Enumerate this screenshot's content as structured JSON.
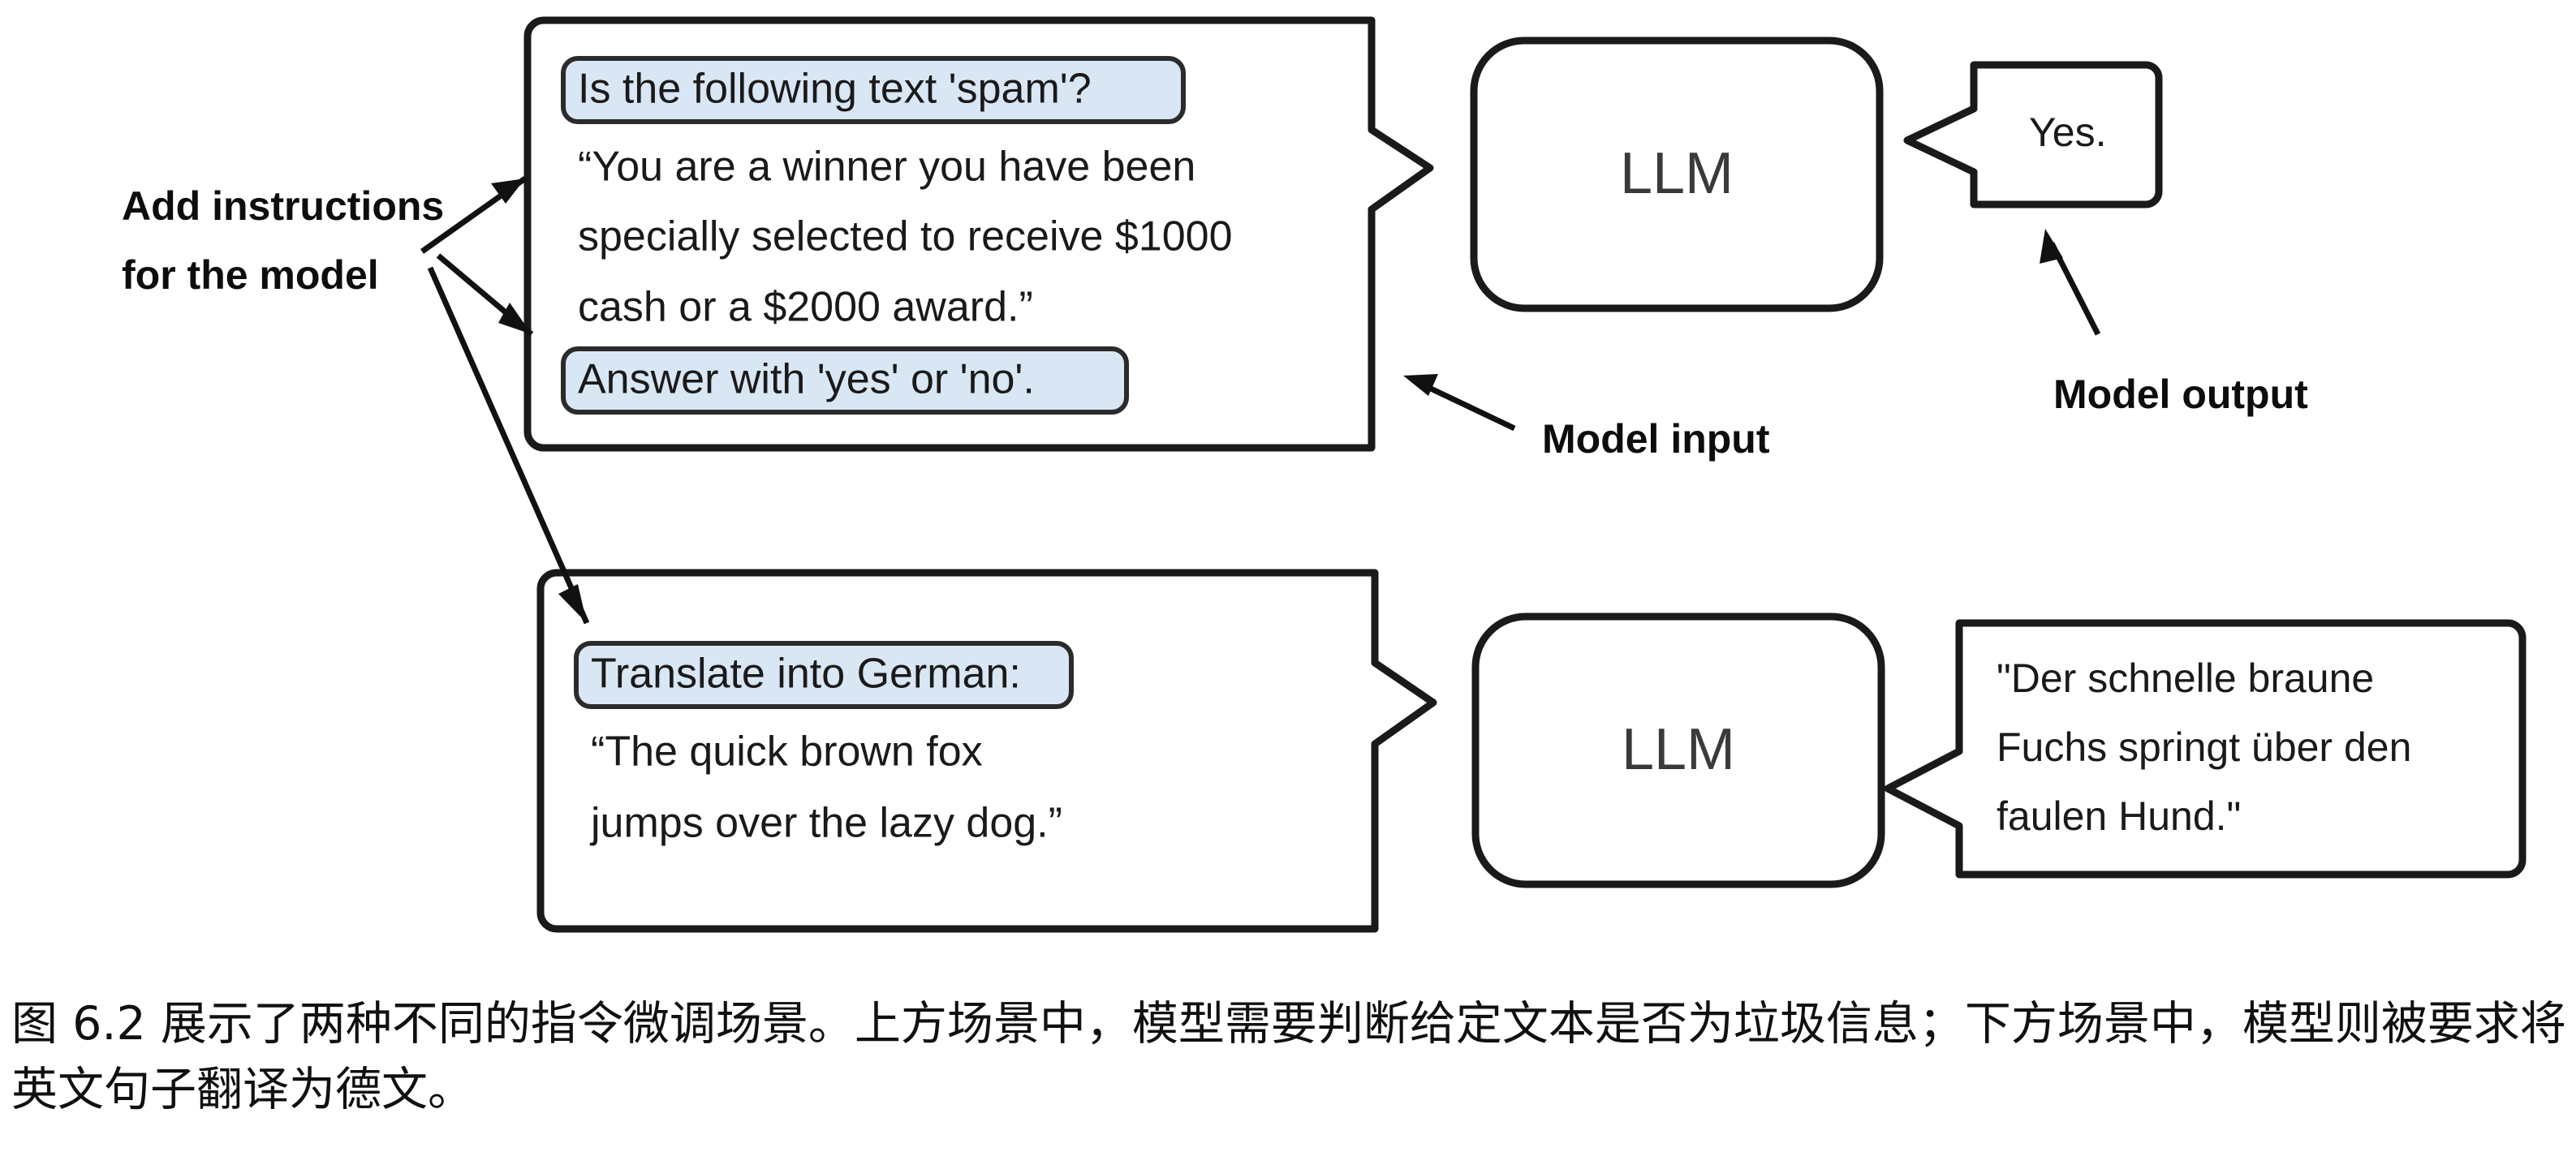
{
  "figure": {
    "caption": "图 6.2 展示了两种不同的指令微调场景。上方场景中，模型需要判断给定文本是否为垃圾信息；下方场景中，模型则被要求将英文句子翻译为德文。",
    "annotations": {
      "add_instructions_line1": "Add instructions",
      "add_instructions_line2": "for the model",
      "model_input": "Model input",
      "model_output": "Model output"
    },
    "colors": {
      "pill_fill": "#d9e6f4",
      "stroke": "#1a1a1a",
      "background": "#ffffff",
      "llm_text": "#3a3a3a"
    },
    "scenarios": [
      {
        "id": "spam-classification",
        "input": {
          "instruction_pill_top": "Is the following text 'spam'?",
          "body_lines": [
            "“You are a winner you have been",
            "specially selected to receive $1000",
            "cash or a $2000 award.”"
          ],
          "instruction_pill_bottom": "Answer with 'yes' or 'no'."
        },
        "model_label": "LLM",
        "output_lines": [
          "Yes."
        ]
      },
      {
        "id": "german-translation",
        "input": {
          "instruction_pill_top": "Translate into German:",
          "body_lines": [
            "“The quick brown fox",
            "jumps over the lazy dog.”"
          ],
          "instruction_pill_bottom": null
        },
        "model_label": "LLM",
        "output_lines": [
          "\"Der schnelle braune",
          "Fuchs springt über den",
          "faulen Hund.\""
        ]
      }
    ]
  }
}
